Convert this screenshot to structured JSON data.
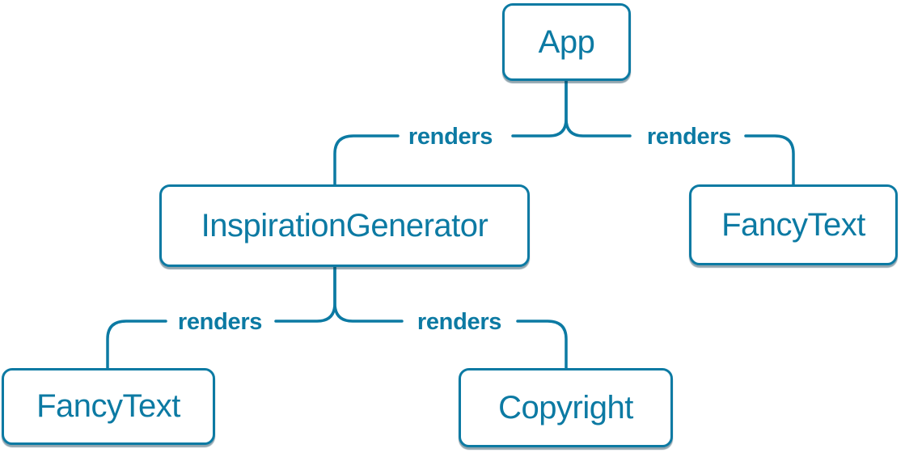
{
  "diagram": {
    "kind": "react-render-tree",
    "colors": {
      "accent": "#0c7aa3",
      "node_background": "#ffffff",
      "page_background": "#ffffff"
    },
    "nodes": [
      {
        "id": "app",
        "label": "App"
      },
      {
        "id": "inspiration-generator",
        "label": "InspirationGenerator"
      },
      {
        "id": "fancytext-top",
        "label": "FancyText"
      },
      {
        "id": "fancytext-bottom",
        "label": "FancyText"
      },
      {
        "id": "copyright",
        "label": "Copyright"
      }
    ],
    "edges": [
      {
        "from": "App",
        "to": "InspirationGenerator",
        "label": "renders"
      },
      {
        "from": "App",
        "to": "FancyText",
        "label": "renders"
      },
      {
        "from": "InspirationGenerator",
        "to": "FancyText",
        "label": "renders"
      },
      {
        "from": "InspirationGenerator",
        "to": "Copyright",
        "label": "renders"
      }
    ]
  }
}
